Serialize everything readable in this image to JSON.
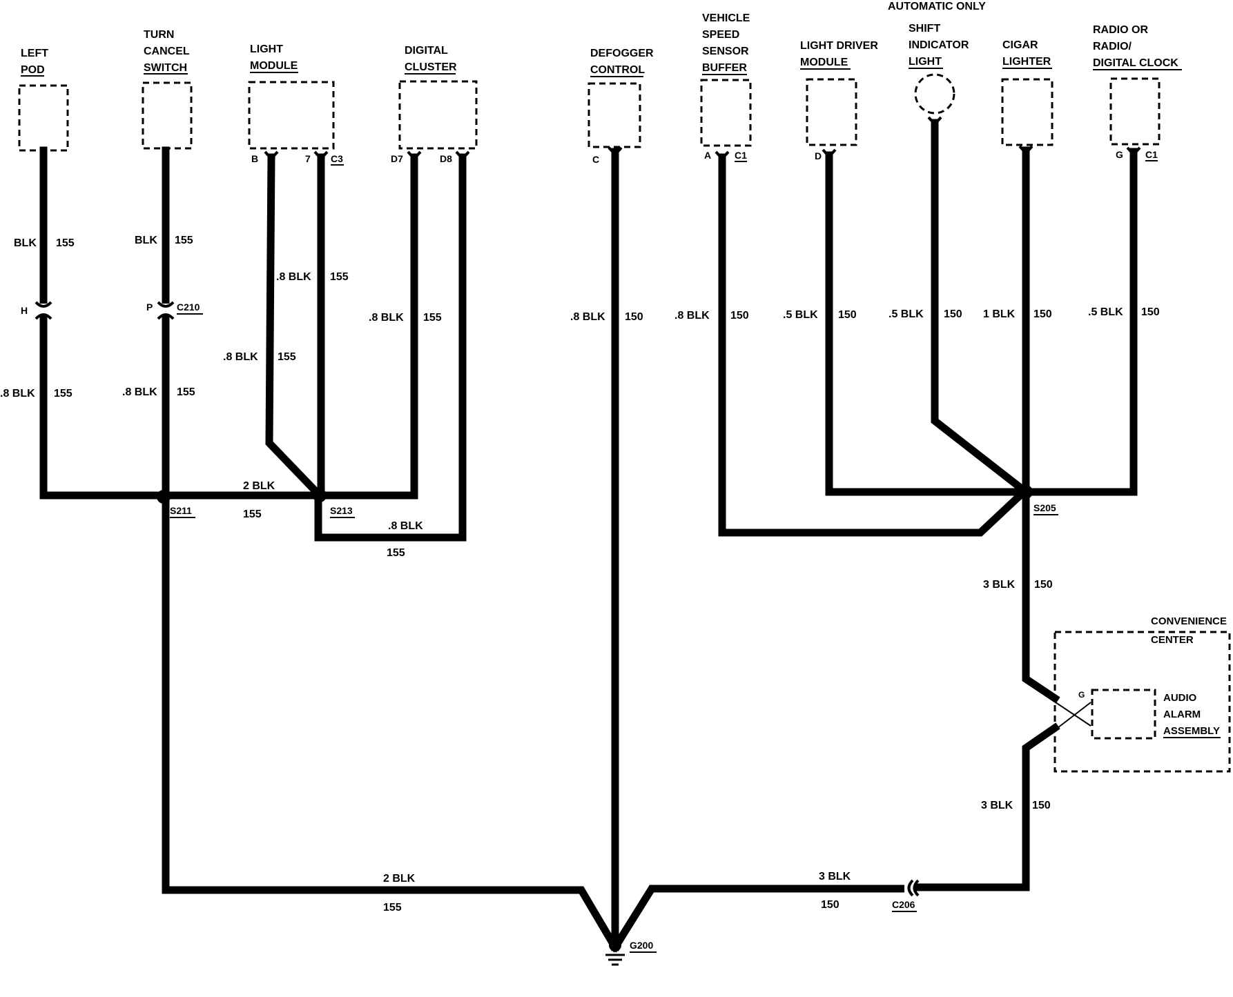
{
  "diagram": {
    "header": "AUTOMATIC ONLY",
    "components": {
      "left_pod": [
        "LEFT",
        "POD"
      ],
      "turn_cancel": [
        "TURN",
        "CANCEL",
        "SWITCH"
      ],
      "light_module": [
        "LIGHT",
        "MODULE"
      ],
      "digital_cluster": [
        "DIGITAL",
        "CLUSTER"
      ],
      "defogger": [
        "DEFOGGER",
        "CONTROL"
      ],
      "vss_buffer": [
        "VEHICLE",
        "SPEED",
        "SENSOR",
        "BUFFER"
      ],
      "light_driver": [
        "LIGHT DRIVER",
        "MODULE"
      ],
      "shift_light": [
        "SHIFT",
        "INDICATOR",
        "LIGHT"
      ],
      "cigar": [
        "CIGAR",
        "LIGHTER"
      ],
      "radio": [
        "RADIO OR",
        "RADIO/",
        "DIGITAL CLOCK"
      ],
      "conv_center": [
        "CONVENIENCE",
        "CENTER"
      ],
      "audio_alarm": [
        "AUDIO",
        "ALARM",
        "ASSEMBLY"
      ]
    },
    "pins": {
      "lm_b": "B",
      "lm_7": "7",
      "lm_c3": "C3",
      "dc_d7": "D7",
      "dc_d8": "D8",
      "def_c": "C",
      "vss_a": "A",
      "vss_c1": "C1",
      "ld_d": "D",
      "rad_g": "G",
      "rad_c1": "C1",
      "lp_h": "H",
      "tc_p": "P",
      "c210": "C210",
      "aa_g": "G"
    },
    "splices": {
      "s211": "S211",
      "s213": "S213",
      "s205": "S205",
      "g200": "G200",
      "c206": "C206"
    },
    "wires": {
      "lp_up": [
        "BLK",
        "155"
      ],
      "lp_dn": [
        ".8 BLK",
        "155"
      ],
      "tc_up": [
        "BLK",
        "155"
      ],
      "tc_dn": [
        ".8 BLK",
        "155"
      ],
      "lm_7": [
        ".8 BLK",
        "155"
      ],
      "lm_b": [
        ".8 BLK",
        "155"
      ],
      "dc_d7": [
        ".8 BLK",
        "155"
      ],
      "s211_s213": [
        "2 BLK",
        "155"
      ],
      "d8_loop": [
        ".8 BLK",
        "155"
      ],
      "def": [
        ".8 BLK",
        "150"
      ],
      "vss": [
        ".8 BLK",
        "150"
      ],
      "ld": [
        ".5 BLK",
        "150"
      ],
      "shift": [
        ".5 BLK",
        "150"
      ],
      "cigar": [
        "1 BLK",
        "150"
      ],
      "radio": [
        ".5 BLK",
        "150"
      ],
      "s205_down": [
        "3 BLK",
        "150"
      ],
      "alarm_down": [
        "3 BLK",
        "150"
      ],
      "ground_left": [
        "2 BLK",
        "155"
      ],
      "ground_right": [
        "3 BLK",
        "150"
      ]
    }
  }
}
